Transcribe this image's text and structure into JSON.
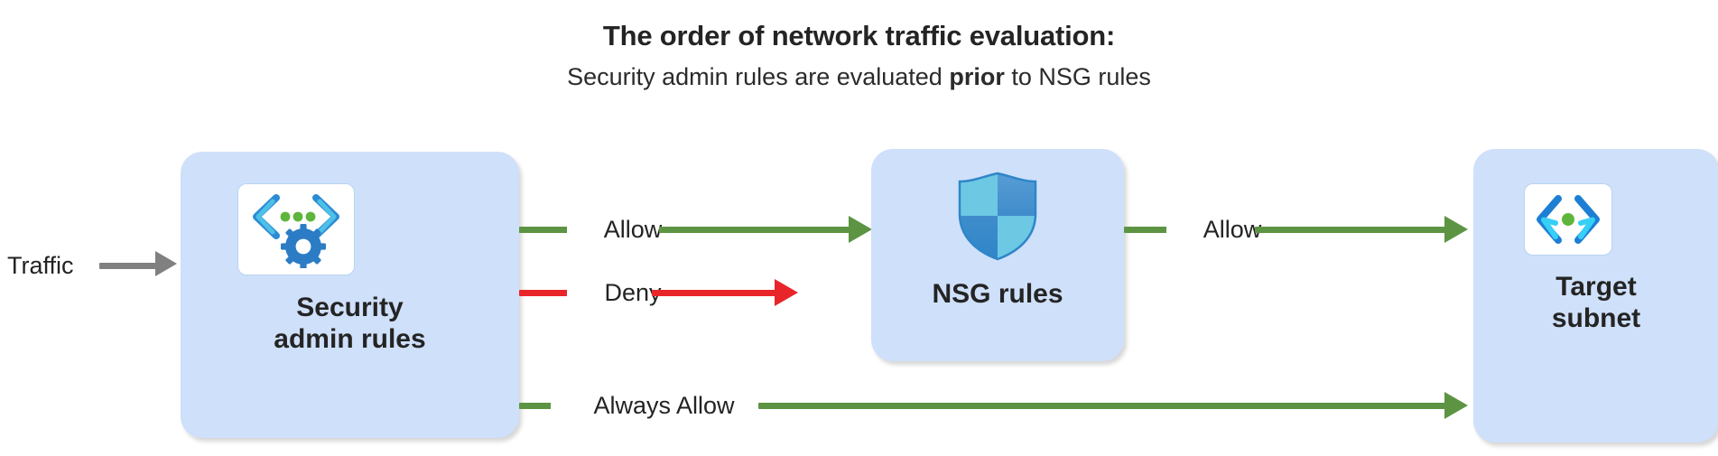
{
  "header": {
    "title": "The order of network traffic evaluation:",
    "subtitle_before": "Security admin rules are evaluated ",
    "subtitle_emphasis": "prior",
    "subtitle_after": " to NSG rules"
  },
  "diagram": {
    "type": "flow",
    "nodes": [
      {
        "id": "security-admin-rules",
        "label_line1": "Security",
        "label_line2": "admin rules",
        "icon": "code-gear-icon"
      },
      {
        "id": "nsg-rules",
        "label_line1": "NSG rules",
        "label_line2": "",
        "icon": "shield-icon"
      },
      {
        "id": "target-subnet",
        "label_line1": "Target",
        "label_line2": "subnet",
        "icon": "subnet-icon"
      }
    ],
    "entry": {
      "label": "Traffic",
      "color": "#808080"
    },
    "edges": [
      {
        "id": "allow-to-nsg",
        "label": "Allow",
        "from": "security-admin-rules",
        "to": "nsg-rules",
        "color": "#5d9443"
      },
      {
        "id": "deny",
        "label": "Deny",
        "from": "security-admin-rules",
        "to": "",
        "color": "#e8262a"
      },
      {
        "id": "allow-nsg-to-subnet",
        "label": "Allow",
        "from": "nsg-rules",
        "to": "target-subnet",
        "color": "#5d9443"
      },
      {
        "id": "always-allow",
        "label": "Always Allow",
        "from": "security-admin-rules",
        "to": "target-subnet",
        "color": "#5d9443"
      }
    ],
    "colors": {
      "node_fill": "#cfe0fa",
      "allow": "#5d9443",
      "deny": "#e8262a",
      "traffic": "#808080",
      "background": "#ffffff"
    }
  }
}
